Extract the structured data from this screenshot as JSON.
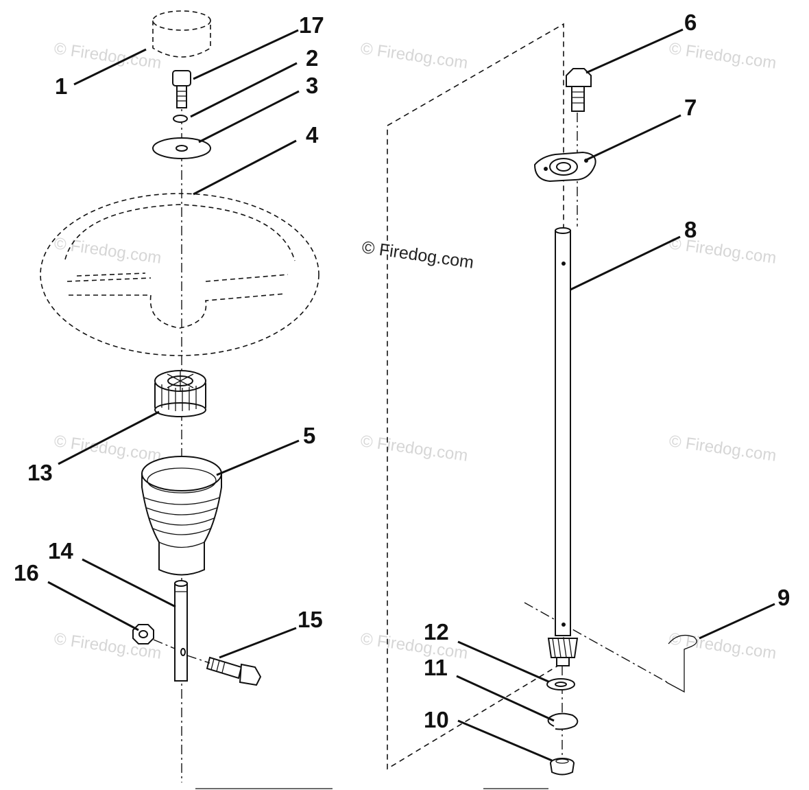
{
  "watermarks": {
    "text": "© Firedog.com",
    "main_text": "© Firedog.com"
  },
  "callouts": {
    "c1": "1",
    "c2": "2",
    "c3": "3",
    "c4": "4",
    "c5": "5",
    "c6": "6",
    "c7": "7",
    "c8": "8",
    "c9": "9",
    "c10": "10",
    "c11": "11",
    "c12": "12",
    "c13": "13",
    "c14": "14",
    "c15": "15",
    "c16": "16",
    "c17": "17"
  },
  "colors": {
    "ink": "#111111",
    "watermark": "#d6d6d6",
    "background": "#ffffff"
  }
}
